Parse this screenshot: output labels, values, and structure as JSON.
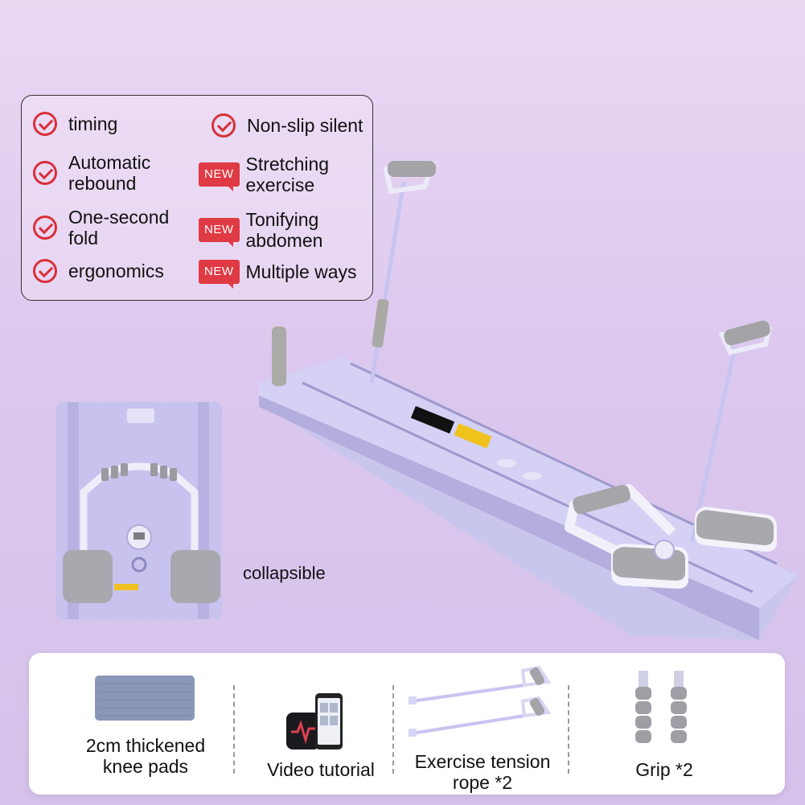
{
  "features": {
    "items": [
      {
        "kind": "check",
        "text": "timing"
      },
      {
        "kind": "check",
        "text": "Non-slip silent"
      },
      {
        "kind": "check",
        "text": "Automatic\nrebound"
      },
      {
        "kind": "new",
        "tag": "NEW",
        "text": "Stretching\nexercise"
      },
      {
        "kind": "check",
        "text": "One-second\nfold"
      },
      {
        "kind": "new",
        "tag": "NEW",
        "text": "Tonifying\nabdomen"
      },
      {
        "kind": "check",
        "text": "ergonomics"
      },
      {
        "kind": "new",
        "tag": "NEW",
        "text": "Multiple ways"
      }
    ]
  },
  "folded_caption": "collapsible",
  "accessories": {
    "items": [
      {
        "text": "2cm thickened\nknee pads"
      },
      {
        "text": "Video tutorial"
      },
      {
        "text": "Exercise tension\nrope *2"
      },
      {
        "text": "Grip *2"
      }
    ]
  },
  "colors": {
    "accent": "#e03a44",
    "board": "#c9c6ee",
    "pad": "#a9a9ad"
  }
}
